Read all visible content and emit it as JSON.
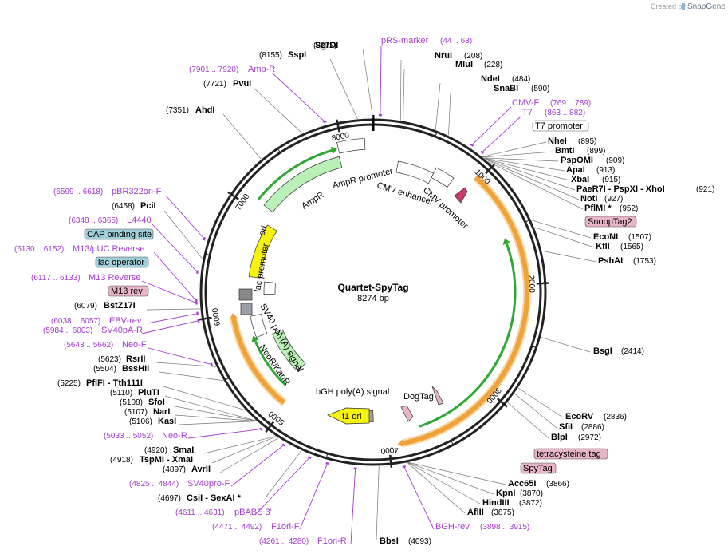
{
  "credit": {
    "created_by": "Created by",
    "brand": "SnapGene"
  },
  "plasmid": {
    "name": "Quartet-SpyTag",
    "size_label": "8274 bp",
    "length": 8274
  },
  "ticks": [
    "1000",
    "2000",
    "3000",
    "4000",
    "5000",
    "6000",
    "7000",
    "8000"
  ],
  "enzymes": [
    {
      "name": "SgrDI",
      "pos": "(8272)",
      "bp": 8272
    },
    {
      "name": "SspI",
      "pos": "(8155)",
      "bp": 8155
    },
    {
      "name": "PvuI",
      "pos": "(7721)",
      "bp": 7721
    },
    {
      "name": "AhdI",
      "pos": "(7351)",
      "bp": 7351
    },
    {
      "name": "PciI",
      "pos": "(6458)",
      "bp": 6458
    },
    {
      "name": "BstZ17I",
      "pos": "(6079)",
      "bp": 6079
    },
    {
      "name": "RsrII",
      "pos": "(5623)",
      "bp": 5623
    },
    {
      "name": "BssHII",
      "pos": "(5504)",
      "bp": 5504
    },
    {
      "name": "PflFI - Tth111I",
      "pos": "(5225)",
      "bp": 5225
    },
    {
      "name": "PluTI",
      "pos": "(5110)",
      "bp": 5110
    },
    {
      "name": "SfoI",
      "pos": "(5108)",
      "bp": 5108
    },
    {
      "name": "NarI",
      "pos": "(5107)",
      "bp": 5107
    },
    {
      "name": "KasI",
      "pos": "(5106)",
      "bp": 5106
    },
    {
      "name": "SmaI",
      "pos": "(4920)",
      "bp": 4920
    },
    {
      "name": "TspMI - XmaI",
      "pos": "(4918)",
      "bp": 4918
    },
    {
      "name": "AvrII",
      "pos": "(4897)",
      "bp": 4897
    },
    {
      "name": "CsiI - SexAI *",
      "pos": "(4697)",
      "bp": 4697
    },
    {
      "name": "BbsI",
      "pos": "(4093)",
      "bp": 4093
    },
    {
      "name": "NruI",
      "pos": "(208)",
      "bp": 208
    },
    {
      "name": "MluI",
      "pos": "(228)",
      "bp": 228
    },
    {
      "name": "NdeI",
      "pos": "(484)",
      "bp": 484
    },
    {
      "name": "SnaBI",
      "pos": "(590)",
      "bp": 590
    },
    {
      "name": "NheI",
      "pos": "(895)",
      "bp": 895
    },
    {
      "name": "BmtI",
      "pos": "(899)",
      "bp": 899
    },
    {
      "name": "PspOMI",
      "pos": "(909)",
      "bp": 909
    },
    {
      "name": "ApaI",
      "pos": "(913)",
      "bp": 913
    },
    {
      "name": "XbaI",
      "pos": "(915)",
      "bp": 915
    },
    {
      "name": "PaeR7I - PspXI - XhoI",
      "pos": "(921)",
      "bp": 921
    },
    {
      "name": "NotI",
      "pos": "(927)",
      "bp": 927
    },
    {
      "name": "PflMI *",
      "pos": "(952)",
      "bp": 952
    },
    {
      "name": "EcoNI",
      "pos": "(1507)",
      "bp": 1507
    },
    {
      "name": "KflI",
      "pos": "(1565)",
      "bp": 1565
    },
    {
      "name": "PshAI",
      "pos": "(1753)",
      "bp": 1753
    },
    {
      "name": "BsgI",
      "pos": "(2414)",
      "bp": 2414
    },
    {
      "name": "EcoRV",
      "pos": "(2836)",
      "bp": 2836
    },
    {
      "name": "SfiI",
      "pos": "(2886)",
      "bp": 2886
    },
    {
      "name": "BlpI",
      "pos": "(2972)",
      "bp": 2972
    },
    {
      "name": "Acc65I",
      "pos": "(3866)",
      "bp": 3866
    },
    {
      "name": "KpnI",
      "pos": "(3870)",
      "bp": 3870
    },
    {
      "name": "HindIII",
      "pos": "(3872)",
      "bp": 3872
    },
    {
      "name": "AflII",
      "pos": "(3875)",
      "bp": 3875
    }
  ],
  "primers": [
    {
      "name": "pRS-marker",
      "range": "(44 .. 63)",
      "bp": 53
    },
    {
      "name": "Amp-R",
      "range": "(7901 .. 7920)",
      "bp": 7910
    },
    {
      "name": "pBR322ori-F",
      "range": "(6599 .. 6618)",
      "bp": 6608
    },
    {
      "name": "L4440",
      "range": "(6348 .. 6365)",
      "bp": 6356
    },
    {
      "name": "M13/pUC Reverse",
      "range": "(6130 .. 6152)",
      "bp": 6141
    },
    {
      "name": "M13 Reverse",
      "range": "(6117 .. 6133)",
      "bp": 6125
    },
    {
      "name": "EBV-rev",
      "range": "(6038 .. 6057)",
      "bp": 6047
    },
    {
      "name": "SV40pA-R",
      "range": "(5984 .. 6003)",
      "bp": 5993
    },
    {
      "name": "Neo-F",
      "range": "(5643 .. 5662)",
      "bp": 5652
    },
    {
      "name": "Neo-R",
      "range": "(5033 .. 5052)",
      "bp": 5042
    },
    {
      "name": "SV40pro-F",
      "range": "(4825 .. 4844)",
      "bp": 4834
    },
    {
      "name": "pBABE 3'",
      "range": "(4611 .. 4631)",
      "bp": 4621
    },
    {
      "name": "F1ori-F",
      "range": "(4471 .. 4492)",
      "bp": 4481
    },
    {
      "name": "F1ori-R",
      "range": "(4261 .. 4280)",
      "bp": 4270
    },
    {
      "name": "BGH-rev",
      "range": "(3898 .. 3915)",
      "bp": 3906
    },
    {
      "name": "CMV-F",
      "range": "(769 .. 789)",
      "bp": 779
    },
    {
      "name": "T7",
      "range": "(863 .. 882)",
      "bp": 872
    }
  ],
  "boxed_labels": [
    {
      "name": "CAP binding site",
      "kind": "protein_bind"
    },
    {
      "name": "lac operator",
      "kind": "protein_bind"
    },
    {
      "name": "M13 rev",
      "kind": "primer_bind"
    },
    {
      "name": "T7 promoter",
      "kind": "promoter"
    },
    {
      "name": "SnoopTag2",
      "kind": "tag"
    },
    {
      "name": "tetracysteine tag",
      "kind": "tag"
    },
    {
      "name": "SpyTag",
      "kind": "tag"
    }
  ],
  "features": [
    {
      "name": "AmpR",
      "start": 7090,
      "end": 7950,
      "color": "#b9f0b7"
    },
    {
      "name": "AmpR promoter",
      "start": 7960,
      "end": 8200,
      "color": "#ffffff"
    },
    {
      "name": "CMV enhancer",
      "start": 250,
      "end": 620,
      "color": "#ffffff"
    },
    {
      "name": "CMV promoter",
      "start": 620,
      "end": 810,
      "color": "#ffffff"
    },
    {
      "name": "ori",
      "start": 6370,
      "end": 6950,
      "color": "#f7f30e"
    },
    {
      "name": "lac promoter",
      "start": 6180,
      "end": 6330,
      "color": "#ffffff"
    },
    {
      "name": "SV40 poly(A) signal",
      "start": 5720,
      "end": 5950,
      "color": "#ffffff"
    },
    {
      "name": "NeoR/KanR",
      "start": 5140,
      "end": 5690,
      "color": "#b9f0b7"
    },
    {
      "name": "bGH poly(A) signal",
      "start": 3950,
      "end": 4150,
      "color": "#9aa0a6"
    },
    {
      "name": "f1 ori",
      "start": 4170,
      "end": 4590,
      "color": "#f7f30e"
    },
    {
      "name": "DogTag",
      "start": 3600,
      "end": 3800,
      "color": "#e8b4c8"
    }
  ],
  "colors": {
    "primer": "#a43ad0",
    "feature_green": "#b9f0b7",
    "feature_yellow": "#f7f30e",
    "orf_orange": "#f0a33a",
    "orf_green": "#2ea82e",
    "protein_bind_box": "#9fcfd8",
    "tag_box": "#e8b4c8",
    "backbone": "#222222"
  }
}
